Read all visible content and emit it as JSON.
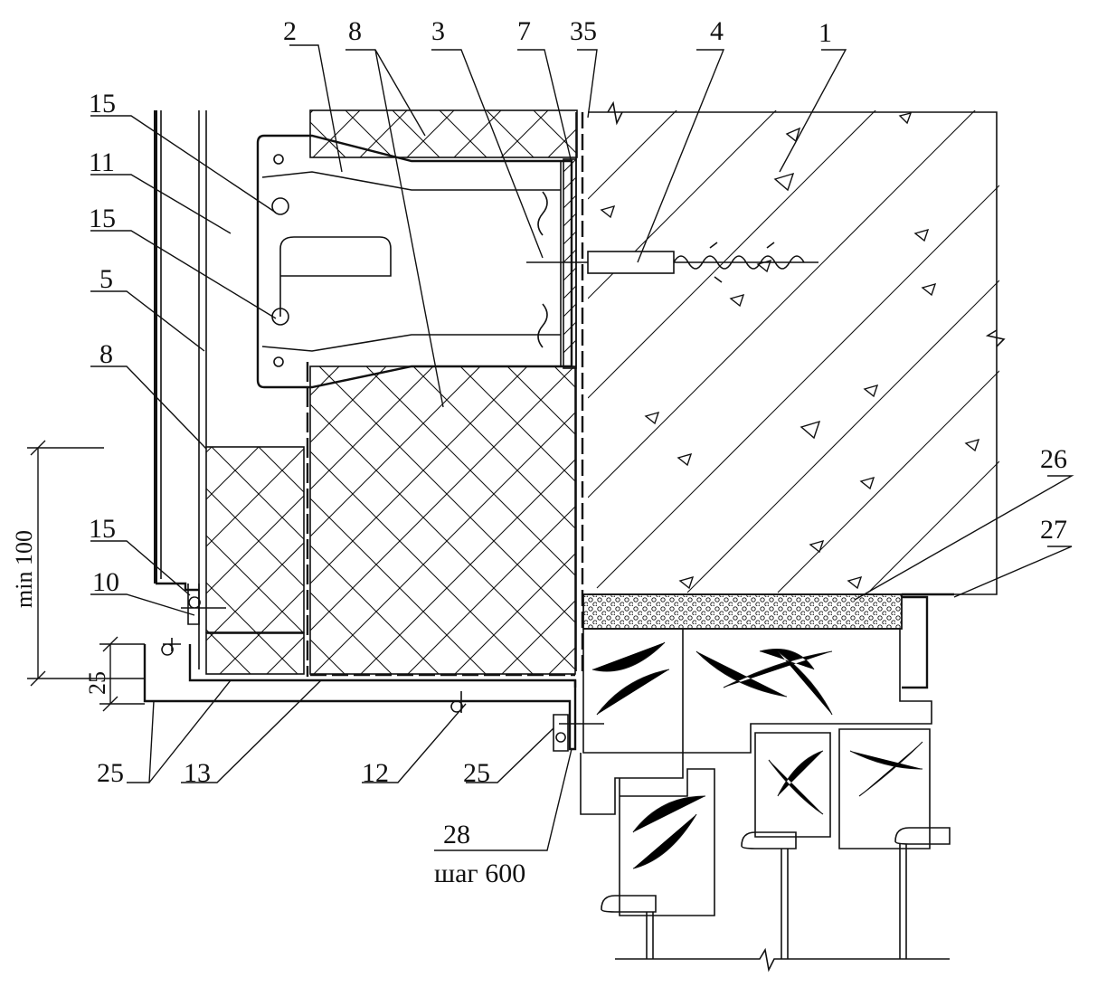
{
  "labels": {
    "l1": "1",
    "l2": "2",
    "l3": "3",
    "l4": "4",
    "l5": "5",
    "l7": "7",
    "l8_top": "8",
    "l8_left": "8",
    "l10": "10",
    "l11": "11",
    "l12": "12",
    "l13": "13",
    "l15_a": "15",
    "l15_b": "15",
    "l15_c": "15",
    "l25_left": "25",
    "l25_right": "25",
    "l26": "26",
    "l27": "27",
    "l28": "28",
    "l35": "35"
  },
  "dimensions": {
    "min": "min 100",
    "small": "25"
  },
  "note": "шаг 600",
  "colors": {
    "ink": "#111111",
    "paper": "#ffffff"
  }
}
